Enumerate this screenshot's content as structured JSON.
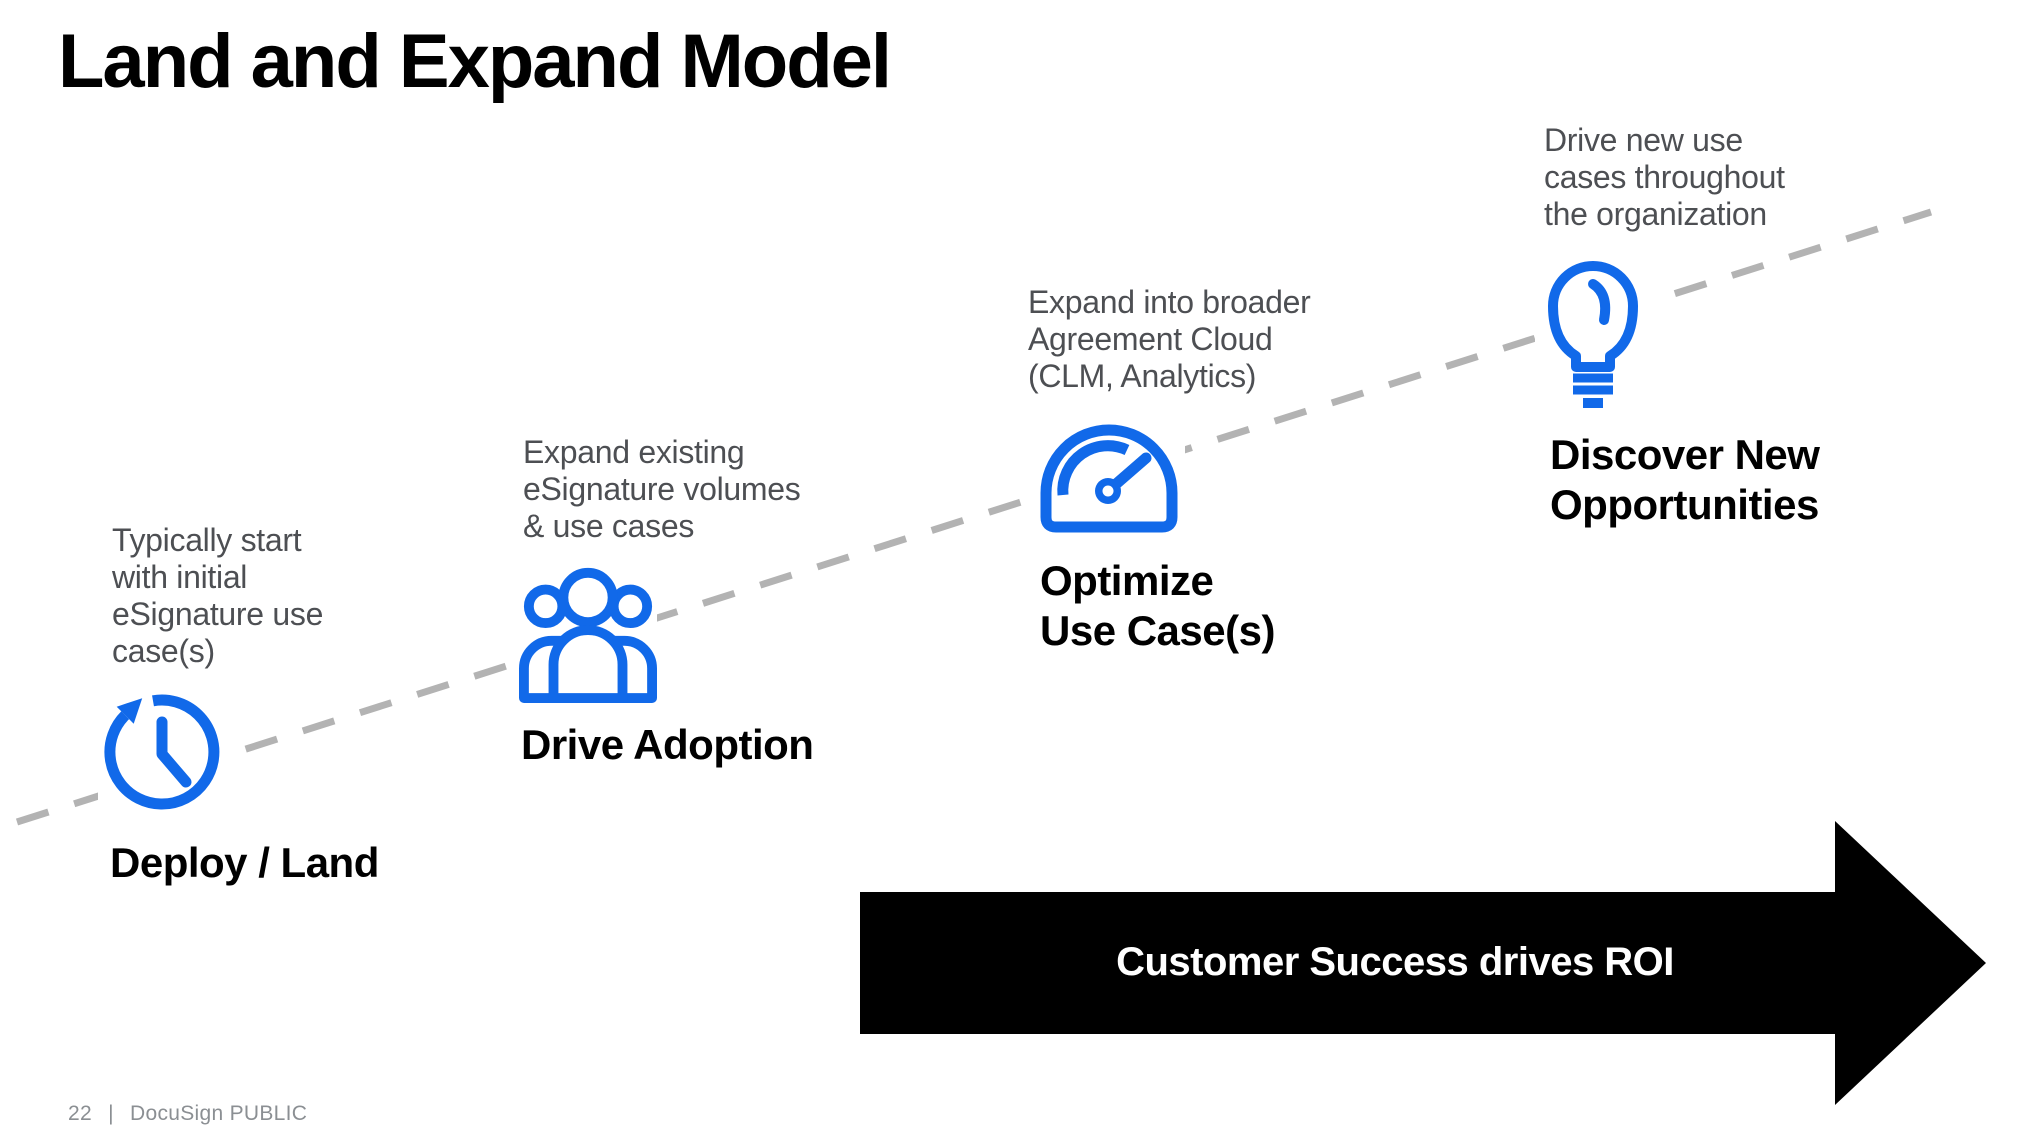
{
  "slide": {
    "title": "Land and Expand Model",
    "stages": [
      {
        "description": "Typically start\nwith initial\neSignature use\ncase(s)",
        "label": "Deploy / Land",
        "icon": "history-clock-icon"
      },
      {
        "description": "Expand existing\neSignature volumes\n& use cases",
        "label": "Drive Adoption",
        "icon": "people-group-icon"
      },
      {
        "description": "Expand into broader\nAgreement Cloud\n(CLM, Analytics)",
        "label": "Optimize\nUse Case(s)",
        "icon": "speedometer-icon"
      },
      {
        "description": "Drive new use\ncases throughout\nthe organization",
        "label": "Discover New\nOpportunities",
        "icon": "lightbulb-icon"
      }
    ],
    "arrow": {
      "label": "Customer Success drives ROI"
    },
    "footer": {
      "page_number": "22",
      "separator": "|",
      "classification": "DocuSign PUBLIC"
    },
    "colors": {
      "accent_blue": "#1169E9",
      "text_gray": "#4D4F53",
      "dash_gray": "#B3B3B3",
      "arrow_black": "#000000"
    }
  }
}
